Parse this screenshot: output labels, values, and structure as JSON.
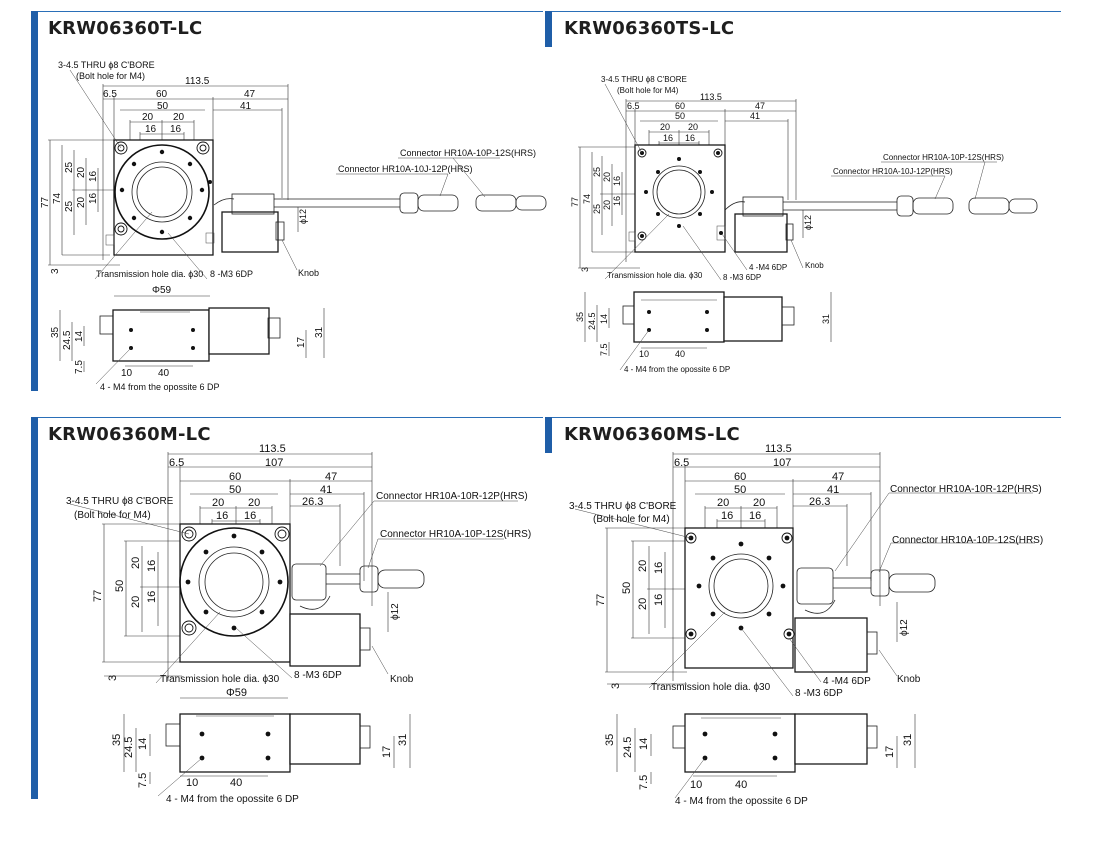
{
  "theme": {
    "accent": "#1f5ea8",
    "rule": "#2a6fb8"
  },
  "panels": [
    {
      "title": "KRW06360T-LC",
      "callouts": {
        "bolt": "3-4.5 THRU ϕ8 C'BORE",
        "bolt2": "(Bolt hole for M4)",
        "conn1": "Connector HR10A-10P-12S(HRS)",
        "conn2": "Connector HR10A-10J-12P(HRS)",
        "trans": "Transmission hole dia. ϕ30",
        "m3": "8 -M3 6DP",
        "knob": "Knob",
        "phi59": "Φ59",
        "m4opp": "4 - M4 from the opossite  6 DP"
      },
      "dims": {
        "d1135": "113.5",
        "d65": "6.5",
        "d60": "60",
        "d47": "47",
        "d50": "50",
        "d41": "41",
        "d20a": "20",
        "d20b": "20",
        "d16a": "16",
        "d16b": "16",
        "v77": "77",
        "v74": "74",
        "v25a": "25",
        "v25b": "25",
        "v20a": "20",
        "v20b": "20",
        "v16a": "16",
        "v16b": "16",
        "v3": "3",
        "v12": "ϕ12",
        "s35": "35",
        "s245": "24.5",
        "s14": "14",
        "s75": "7.5",
        "s10": "10",
        "s40": "40",
        "s17": "17",
        "s31": "31"
      }
    },
    {
      "title": "KRW06360TS-LC",
      "callouts": {
        "bolt": "3-4.5 THRU ϕ8 C'BORE",
        "bolt2": "(Bolt hole for M4)",
        "conn1": "Connector HR10A-10P-12S(HRS)",
        "conn2": "Connector HR10A-10J-12P(HRS)",
        "trans": "Transmission hole dia. ϕ30",
        "m3": "8 -M3 6DP",
        "m4": "4 -M4 6DP",
        "knob": "Knob",
        "m4opp": "4 - M4 from the opossite  6 DP"
      },
      "dims": {
        "d1135": "113.5",
        "d65": "6.5",
        "d60": "60",
        "d47": "47",
        "d50": "50",
        "d41": "41",
        "d20a": "20",
        "d20b": "20",
        "d16a": "16",
        "d16b": "16",
        "v77": "77",
        "v74": "74",
        "v25a": "25",
        "v25b": "25",
        "v20a": "20",
        "v20b": "20",
        "v16a": "16",
        "v16b": "16",
        "v3": "3",
        "v12": "ϕ12",
        "s35": "35",
        "s245": "24.5",
        "s14": "14",
        "s75": "7.5",
        "s10": "10",
        "s40": "40",
        "s31": "31"
      }
    },
    {
      "title": "KRW06360M-LC",
      "callouts": {
        "bolt": "3-4.5 THRU ϕ8 C'BORE",
        "bolt2": "(Bolt hole for M4)",
        "conn1": "Connector HR10A-10R-12P(HRS)",
        "conn2": "Connector HR10A-10P-12S(HRS)",
        "trans": "Transmission hole dia. ϕ30",
        "m3": "8 -M3 6DP",
        "knob": "Knob",
        "phi59": "Φ59",
        "m4opp": "4 - M4 from the opossite  6 DP"
      },
      "dims": {
        "d1135": "113.5",
        "d65": "6.5",
        "d107": "107",
        "d60": "60",
        "d47": "47",
        "d50": "50",
        "d41": "41",
        "d263": "26.3",
        "d20a": "20",
        "d20b": "20",
        "d16a": "16",
        "d16b": "16",
        "v77": "77",
        "v50": "50",
        "v20a": "20",
        "v20b": "20",
        "v16a": "16",
        "v16b": "16",
        "v3": "3",
        "v12": "ϕ12",
        "s35": "35",
        "s245": "24.5",
        "s14": "14",
        "s75": "7.5",
        "s10": "10",
        "s40": "40",
        "s17": "17",
        "s31": "31"
      }
    },
    {
      "title": "KRW06360MS-LC",
      "callouts": {
        "bolt": "3-4.5 THRU ϕ8 C'BORE",
        "bolt2": "(Bolt hole for M4)",
        "conn1": "Connector HR10A-10R-12P(HRS)",
        "conn2": "Connector HR10A-10P-12S(HRS)",
        "trans": "Transmission hole dia. ϕ30",
        "m3": "8 -M3 6DP",
        "m4": "4 -M4 6DP",
        "knob": "Knob",
        "m4opp": "4 - M4 from the opossite  6 DP"
      },
      "dims": {
        "d1135": "113.5",
        "d65": "6.5",
        "d107": "107",
        "d60": "60",
        "d47": "47",
        "d50": "50",
        "d41": "41",
        "d263": "26.3",
        "d20a": "20",
        "d20b": "20",
        "d16a": "16",
        "d16b": "16",
        "v77": "77",
        "v50": "50",
        "v20a": "20",
        "v20b": "20",
        "v16a": "16",
        "v16b": "16",
        "v3": "3",
        "v12": "ϕ12",
        "s35": "35",
        "s245": "24.5",
        "s14": "14",
        "s75": "7.5",
        "s10": "10",
        "s40": "40",
        "s17": "17",
        "s31": "31"
      }
    }
  ]
}
